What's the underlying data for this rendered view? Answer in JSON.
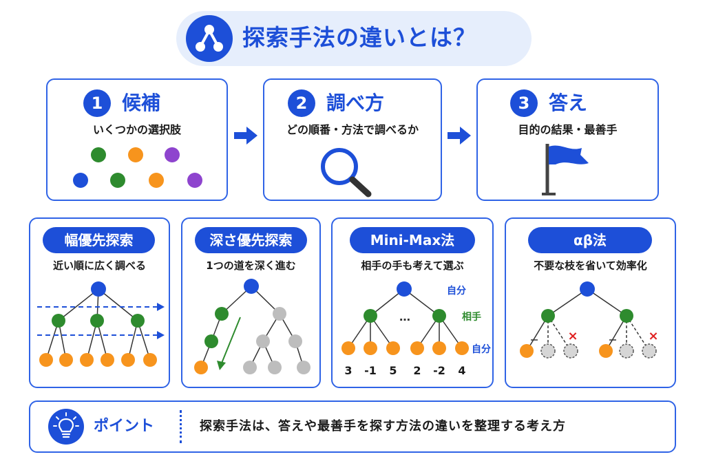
{
  "title": "探索手法の違いとは？",
  "steps": [
    {
      "num": "1",
      "title": "候補",
      "sub": "いくつかの選択肢"
    },
    {
      "num": "2",
      "title": "調べ方",
      "sub": "どの順番・方法で調べるか"
    },
    {
      "num": "3",
      "title": "答え",
      "sub": "目的の結果・最善手"
    }
  ],
  "methods": [
    {
      "name": "幅優先探索",
      "desc": "近い順に広く調べる"
    },
    {
      "name": "深さ優先探索",
      "desc": "1つの道を深く進む"
    },
    {
      "name": "Mini-Max法",
      "desc": "相手の手も考えて選ぶ",
      "labels": {
        "self_top": "自分",
        "opponent": "相手",
        "self_bottom": "自分",
        "ellipsis": "…"
      },
      "leaf_values": [
        "3",
        "-1",
        "5",
        "2",
        "-2",
        "4"
      ]
    },
    {
      "name": "αβ法",
      "desc": "不要な枝を省いて効率化",
      "prune_mark": "×"
    }
  ],
  "point": {
    "label": "ポイント",
    "text": "探索手法は、答えや最善手を探す方法の違いを整理する考え方"
  },
  "colors": {
    "blue": "#1d4fd8",
    "green": "#2e8b2e",
    "orange": "#f7941d",
    "purple": "#8e44ce",
    "gray": "#bdbdbd"
  }
}
